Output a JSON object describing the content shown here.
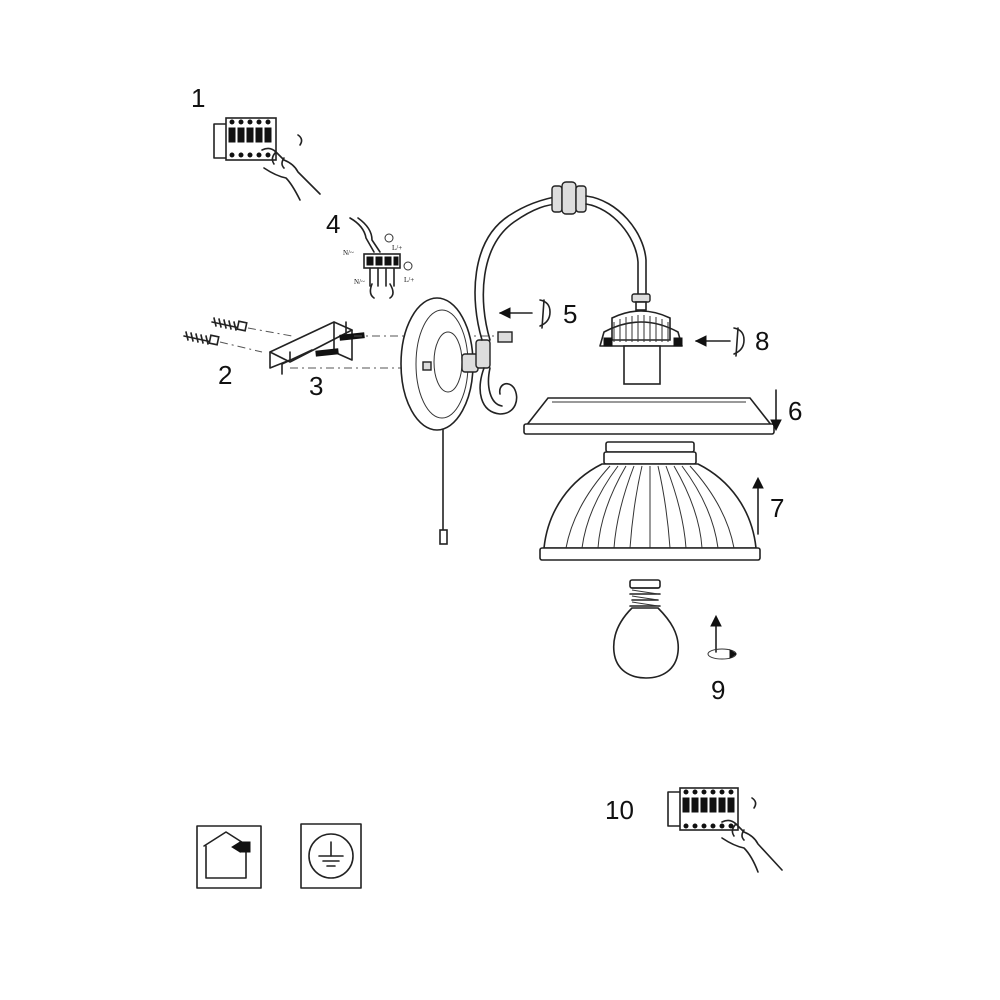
{
  "steps": [
    {
      "label": "1"
    },
    {
      "label": "2"
    },
    {
      "label": "3"
    },
    {
      "label": "4"
    },
    {
      "label": "5"
    },
    {
      "label": "6"
    },
    {
      "label": "7"
    },
    {
      "label": "8"
    },
    {
      "label": "9"
    },
    {
      "label": "10"
    }
  ],
  "wiring": {
    "neutral_label": "N/~",
    "live_label": "L/+"
  },
  "symbols": {
    "indoor_use": "house-indoor-icon",
    "protective_earth": "earth-ground-icon"
  }
}
